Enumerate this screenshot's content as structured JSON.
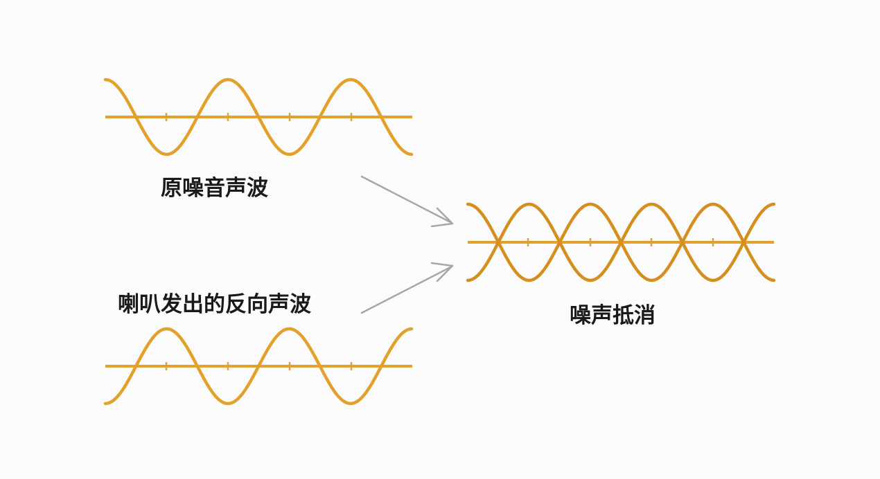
{
  "labels": {
    "original": "原噪音声波",
    "inverse": "喇叭发出的反向声波",
    "cancel": "噪声抵消"
  },
  "colors": {
    "background": "#fbfbfb",
    "wave": "#e2a12a",
    "wave_edge": "#b7791c",
    "arrow": "#a6a6a6",
    "text": "#1a1a1a"
  },
  "waves": {
    "original": {
      "phase": "normal",
      "cycles": 2.5
    },
    "inverse": {
      "phase": "inverted",
      "cycles": 2.5
    },
    "cancel": {
      "phase": "overlay",
      "cycles": 5
    }
  },
  "arrows": [
    {
      "from": "original",
      "to": "cancel",
      "icon": "arrow-right-down-icon"
    },
    {
      "from": "inverse",
      "to": "cancel",
      "icon": "arrow-right-up-icon"
    }
  ]
}
